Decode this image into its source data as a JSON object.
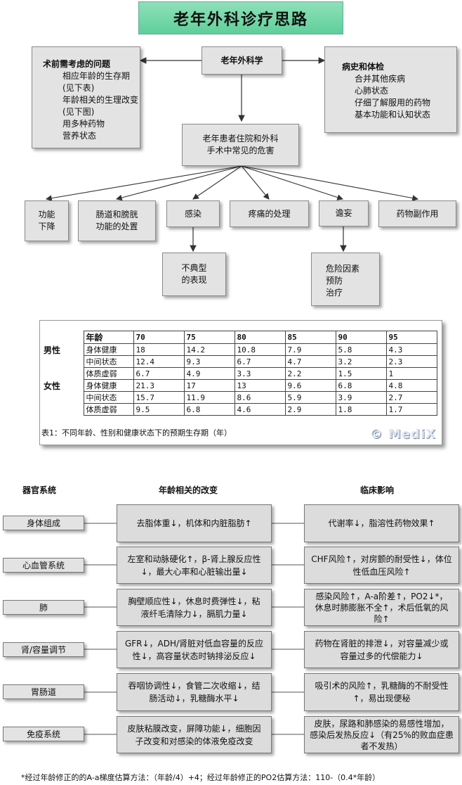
{
  "title": "老年外科诊疗思路",
  "top": {
    "center": "老年外科学",
    "left_heading": "术前需考虑的问题",
    "left_items": [
      "相应年龄的生存期",
      "(见下表)",
      "年龄相关的生理改变",
      "(见下图)",
      "用多种药物",
      "营养状态"
    ],
    "right_heading": "病史和体检",
    "right_items": [
      "合并其他疾病",
      "心肺状态",
      "仔细了解服用的药物",
      "基本功能和认知状态"
    ],
    "risk_lines": [
      "老年患者住院和外科",
      "手术中常见的危害"
    ]
  },
  "hazards": {
    "function_lines": [
      "功能",
      "下降"
    ],
    "bowel_lines": [
      "肠道和膀胱",
      "功能的处置"
    ],
    "infection": "感染",
    "pain": "疼痛的处理",
    "delirium": "谵妄",
    "drug": "药物副作用",
    "atypical_lines": [
      "不典型",
      "的表现"
    ],
    "delirium_sub": [
      "危险因素",
      "预防",
      "治疗"
    ]
  },
  "life_table": {
    "header_age": "年龄",
    "ages": [
      "70",
      "75",
      "80",
      "85",
      "90",
      "95"
    ],
    "groups": [
      {
        "sex": "男性",
        "rows": [
          {
            "state": "身体健康",
            "values": [
              "18",
              "14.2",
              "10.8",
              "7.9",
              "5.8",
              "4.3"
            ]
          },
          {
            "state": "中间状态",
            "values": [
              "12.4",
              "9.3",
              "6.7",
              "4.7",
              "3.2",
              "2.3"
            ]
          },
          {
            "state": "体质虚弱",
            "values": [
              "6.7",
              "4.9",
              "3.3",
              "2.2",
              "1.5",
              "1"
            ]
          }
        ]
      },
      {
        "sex": "女性",
        "rows": [
          {
            "state": "身体健康",
            "values": [
              "21.3",
              "17",
              "13",
              "9.6",
              "6.8",
              "4.8"
            ]
          },
          {
            "state": "中间状态",
            "values": [
              "15.7",
              "11.9",
              "8.6",
              "5.9",
              "3.9",
              "2.7"
            ]
          },
          {
            "state": "体质虚弱",
            "values": [
              "9.5",
              "6.8",
              "4.6",
              "2.9",
              "1.8",
              "1.7"
            ]
          }
        ]
      }
    ],
    "caption": "表1：不同年龄、性别和健康状态下的预期生存期（年）",
    "watermark": "© MediX"
  },
  "organ_section": {
    "headers": {
      "organ": "器官系统",
      "change": "年龄相关的改变",
      "impact": "临床影响"
    },
    "rows": [
      {
        "organ": "身体组成",
        "change": [
          "去脂体重↓，机体和内脏脂肪↑"
        ],
        "impact": [
          "代谢率↓，脂溶性药物效果↑"
        ]
      },
      {
        "organ": "心血管系统",
        "change": [
          "左室和动脉硬化↑，β-肾上腺反应性",
          "↓，最大心率和心脏输出量↓"
        ],
        "impact": [
          "CHF风险↑，对房颤的耐受性↓，体位",
          "性低血压风险↑"
        ]
      },
      {
        "organ": "肺",
        "change": [
          "胸壁顺应性↓，休息时费弹性↓，粘",
          "液纤毛清除力↓，膈肌力量↓"
        ],
        "impact": [
          "感染风险↑，A-a阶差↑，PO2↓*，",
          "休息时肺膨胀不全↑，术后低氧的风",
          "险↑"
        ]
      },
      {
        "organ": "肾/容量调节",
        "change": [
          "GFR↓，ADH/肾脏对低血容量的反应",
          "性↓，高容量状态时钠排泌反应↓"
        ],
        "impact": [
          "药物在肾脏的排泄↓，对容量减少或",
          "容量过多的代偿能力↓"
        ]
      },
      {
        "organ": "胃肠道",
        "change": [
          "吞咽协调性↓，食管二次收缩↓，结",
          "肠活动↓，乳糖酶水平↓"
        ],
        "impact": [
          "吸引术的风险↑，乳糖酶的不耐受性",
          "↑，易出现便秘"
        ]
      },
      {
        "organ": "免疫系统",
        "change": [
          "皮肤粘膜改变，屏障功能↓，细胞因",
          "子改变和对感染的体液免疫改变"
        ],
        "impact": [
          "皮肤，尿路和肺感染的易感性增加，",
          "感染后发热反应↓（有25%的败血症患",
          "者不发热）"
        ]
      }
    ],
    "footnote": "*经过年龄修正的的A-a梯度估算方法：（年龄/4）+4；经过年龄修正的PO2估算方法：110-（0.4*年龄）"
  }
}
